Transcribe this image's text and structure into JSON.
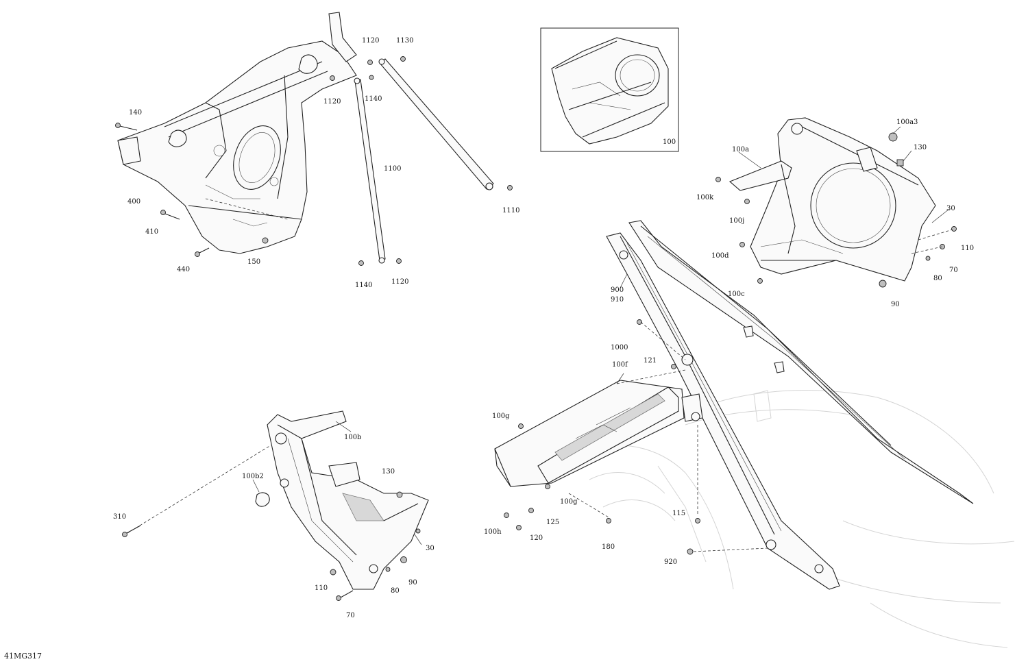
{
  "drawing_ref": "41MG317",
  "labels": {
    "l100": "100",
    "l140": "140",
    "l400": "400",
    "l410": "410",
    "l440": "440",
    "l150": "150",
    "l1120a": "1120",
    "l1130": "1130",
    "l1120b": "1120",
    "l1140a": "1140",
    "l1100": "1100",
    "l1110": "1110",
    "l1140b": "1140",
    "l1120c": "1120",
    "l100a3": "100a3",
    "l130a": "130",
    "l100a": "100a",
    "l100k": "100k",
    "l100j": "100j",
    "l30a": "30",
    "l110a": "110",
    "l100d": "100d",
    "l80a": "80",
    "l70a": "70",
    "l100c": "100c",
    "l90a": "90",
    "l900": "900",
    "l910": "910",
    "l1000": "1000",
    "l100f": "100f",
    "l121": "121",
    "l100b": "100b",
    "l100b2": "100b2",
    "l130b": "130",
    "l310": "310",
    "l30b": "30",
    "l110b": "110",
    "l80b": "80",
    "l90b": "90",
    "l70b": "70",
    "l100g1": "100g",
    "l100g2": "100g",
    "l100h": "100h",
    "l125": "125",
    "l120": "120",
    "l180": "180",
    "l115": "115",
    "l920": "920"
  }
}
